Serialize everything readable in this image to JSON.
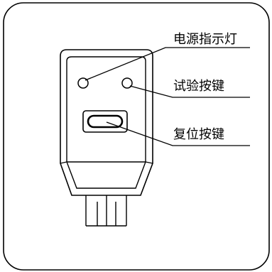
{
  "diagram": {
    "labels": {
      "power_indicator": "电源指示灯",
      "test_button": "试验按键",
      "reset_button": "复位按键"
    }
  }
}
